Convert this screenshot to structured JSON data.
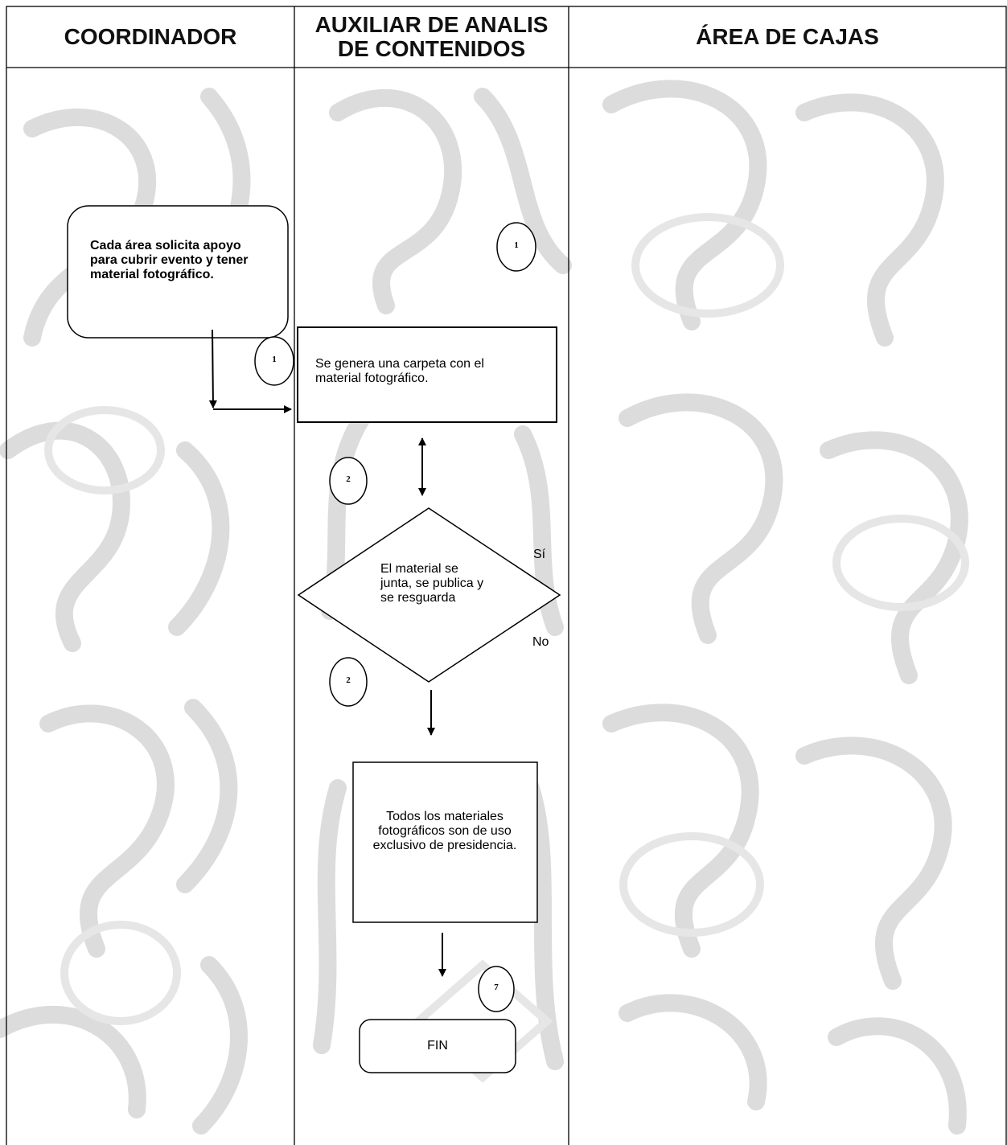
{
  "lanes": {
    "coordinador": "COORDINADOR",
    "auxiliar_line1": "AUXILIAR DE ANALIS",
    "auxiliar_line2": "DE CONTENIDOS",
    "cajas": "ÁREA DE CAJAS"
  },
  "nodes": {
    "start_text": "Cada área solicita apoyo para cubrir evento y tener material fotográfico.",
    "process1_text": "Se genera una carpeta con el material fotográfico.",
    "decision_text": "El material se junta, se publica y se resguarda",
    "decision_yes": "Sí",
    "decision_no": "No",
    "process2_text": "Todos los materiales fotográficos son de uso exclusivo de presidencia.",
    "end_text": "FIN"
  },
  "connectors": {
    "c1_top": "1",
    "c1_left": "1",
    "c2_upper": "2",
    "c2_lower": "2",
    "c7": "7"
  },
  "colors": {
    "grid": "#000000",
    "pattern": "#d9d9d9"
  }
}
